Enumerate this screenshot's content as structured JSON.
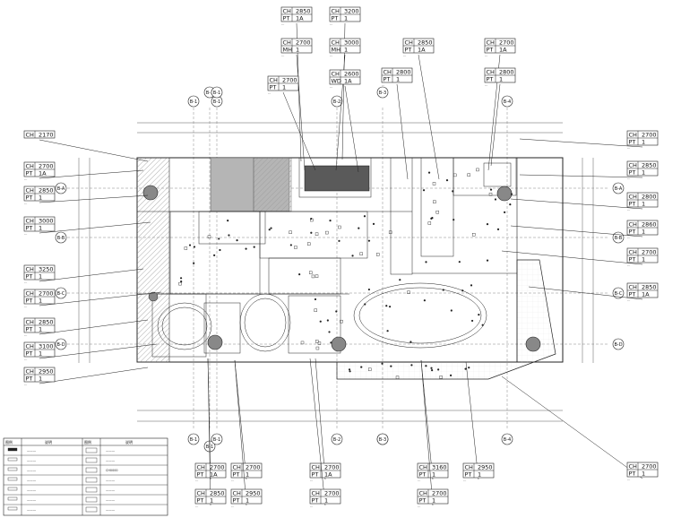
{
  "tags": [
    {
      "id": "t1",
      "rows": [
        [
          "CH",
          "2850"
        ],
        [
          "PT",
          "1A"
        ]
      ],
      "note": "---"
    },
    {
      "id": "t2",
      "rows": [
        [
          "CH",
          "3200"
        ],
        [
          "PT",
          "1"
        ]
      ],
      "note": "---"
    },
    {
      "id": "t3",
      "rows": [
        [
          "CH",
          "2700"
        ],
        [
          "MH",
          "1"
        ]
      ],
      "note": "---"
    },
    {
      "id": "t4",
      "rows": [
        [
          "CH",
          "3000"
        ],
        [
          "MH",
          "1"
        ]
      ],
      "note": "---"
    },
    {
      "id": "t5",
      "rows": [
        [
          "CH",
          "2700"
        ],
        [
          "PT",
          "1"
        ]
      ],
      "note": "---"
    },
    {
      "id": "t6",
      "rows": [
        [
          "CH",
          "2600"
        ],
        [
          "WD",
          "1A"
        ]
      ],
      "note": "---"
    },
    {
      "id": "t7",
      "rows": [
        [
          "CH",
          "2850"
        ],
        [
          "PT",
          "1A"
        ]
      ],
      "note": "---"
    },
    {
      "id": "t8",
      "rows": [
        [
          "CH",
          "2800"
        ],
        [
          "PT",
          "1"
        ]
      ],
      "note": "---"
    },
    {
      "id": "t9",
      "rows": [
        [
          "CH",
          "2700"
        ],
        [
          "PT",
          "1A"
        ]
      ],
      "note": "---"
    },
    {
      "id": "t10",
      "rows": [
        [
          "CH",
          "2800"
        ],
        [
          "PT",
          "1"
        ]
      ],
      "note": "---"
    },
    {
      "id": "t11",
      "rows": [
        [
          "CH",
          "2170"
        ]
      ],
      "note": ""
    },
    {
      "id": "t12",
      "rows": [
        [
          "CH",
          "2700"
        ],
        [
          "PT",
          "1A"
        ]
      ],
      "note": "---"
    },
    {
      "id": "t13",
      "rows": [
        [
          "CH",
          "2850"
        ],
        [
          "PT",
          "1"
        ]
      ],
      "note": "---"
    },
    {
      "id": "t14",
      "rows": [
        [
          "CH",
          "3000"
        ],
        [
          "PT",
          "1"
        ]
      ],
      "note": "---"
    },
    {
      "id": "t15",
      "rows": [
        [
          "CH",
          "3250"
        ],
        [
          "PT",
          "1"
        ]
      ],
      "note": "---"
    },
    {
      "id": "t16",
      "rows": [
        [
          "CH",
          "2700"
        ],
        [
          "PT",
          "1"
        ]
      ],
      "note": "---"
    },
    {
      "id": "t17",
      "rows": [
        [
          "CH",
          "2850"
        ],
        [
          "PT",
          "1"
        ]
      ],
      "note": "---"
    },
    {
      "id": "t18",
      "rows": [
        [
          "CH",
          "3100"
        ],
        [
          "PT",
          "1"
        ]
      ],
      "note": "---"
    },
    {
      "id": "t19",
      "rows": [
        [
          "CH",
          "2950"
        ],
        [
          "PT",
          "1"
        ]
      ],
      "note": "---"
    },
    {
      "id": "t20",
      "rows": [
        [
          "CH",
          "2700"
        ],
        [
          "PT",
          "1"
        ]
      ],
      "note": "---"
    },
    {
      "id": "t21",
      "rows": [
        [
          "CH",
          "2850"
        ],
        [
          "PT",
          "1"
        ]
      ],
      "note": "---"
    },
    {
      "id": "t22",
      "rows": [
        [
          "CH",
          "2800"
        ],
        [
          "PT",
          "1"
        ]
      ],
      "note": "---"
    },
    {
      "id": "t23",
      "rows": [
        [
          "CH",
          "2860"
        ],
        [
          "PT",
          "1"
        ]
      ],
      "note": "---"
    },
    {
      "id": "t24",
      "rows": [
        [
          "CH",
          "2700"
        ],
        [
          "PT",
          "1"
        ]
      ],
      "note": "---"
    },
    {
      "id": "t25",
      "rows": [
        [
          "CH",
          "2850"
        ],
        [
          "PT",
          "1A"
        ]
      ],
      "note": "---"
    },
    {
      "id": "t26",
      "rows": [
        [
          "CH",
          "2700"
        ],
        [
          "PT",
          "1"
        ]
      ],
      "note": "---"
    },
    {
      "id": "t27",
      "rows": [
        [
          "CH",
          "2700"
        ],
        [
          "PT",
          "1A"
        ]
      ],
      "note": "---"
    },
    {
      "id": "t28",
      "rows": [
        [
          "CH",
          "2700"
        ],
        [
          "PT",
          "1"
        ]
      ],
      "note": "---"
    },
    {
      "id": "t29",
      "rows": [
        [
          "CH",
          "2700"
        ],
        [
          "PT",
          "1A"
        ]
      ],
      "note": "---"
    },
    {
      "id": "t30",
      "rows": [
        [
          "CH",
          "3160"
        ],
        [
          "PT",
          "1"
        ]
      ],
      "note": "---"
    },
    {
      "id": "t31",
      "rows": [
        [
          "CH",
          "2950"
        ],
        [
          "PT",
          "1"
        ]
      ],
      "note": "---"
    },
    {
      "id": "t32",
      "rows": [
        [
          "CH",
          "2850"
        ],
        [
          "PT",
          "1"
        ]
      ],
      "note": "---"
    },
    {
      "id": "t33",
      "rows": [
        [
          "CH",
          "2950"
        ],
        [
          "PT",
          "1"
        ]
      ],
      "note": "---"
    },
    {
      "id": "t34",
      "rows": [
        [
          "CH",
          "2700"
        ],
        [
          "PT",
          "1"
        ]
      ],
      "note": "---"
    },
    {
      "id": "t35",
      "rows": [
        [
          "CH",
          "2700"
        ],
        [
          "PT",
          "1"
        ]
      ],
      "note": "---"
    }
  ],
  "axes": {
    "top": [
      "B-1",
      "B-1",
      "B-1",
      "B-1",
      "B-2",
      "B-3",
      "B-4"
    ],
    "bottom": [
      "B-1",
      "B-1",
      "B-1",
      "B-2",
      "B-3",
      "B-3",
      "B-4"
    ],
    "left": [
      "B-A",
      "B-B",
      "B-C",
      "B-D"
    ],
    "right": [
      "B-A",
      "B-B",
      "B-C",
      "B-D"
    ]
  },
  "legend": {
    "head_symbol": "图例",
    "head_desc": "说明",
    "rows_left": [
      "———",
      "———",
      "———",
      "———",
      "———",
      "———",
      "———"
    ],
    "rows_right": [
      "———",
      "———",
      "CH0000",
      "———",
      "———",
      "———",
      "———"
    ]
  },
  "colors": {
    "line": "#222222",
    "wall_fill": "#b5b5b5",
    "hatch": "#9a9a9a"
  }
}
